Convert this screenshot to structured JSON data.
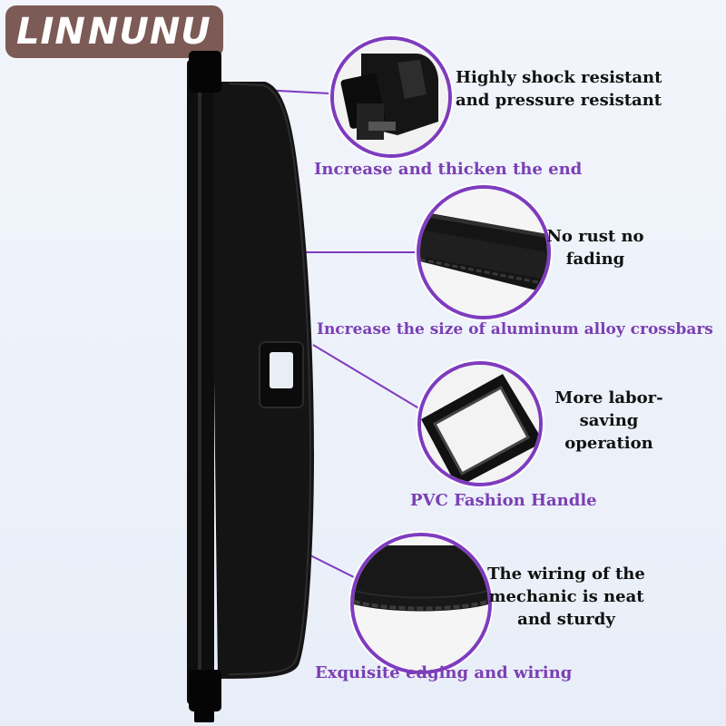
{
  "logo": {
    "part1": "LIN",
    "part2": "NUNU"
  },
  "colors": {
    "accent": "#7b3fb5",
    "logo_bg": "#7c5a55",
    "text": "#111111"
  },
  "callouts": [
    {
      "text": "Highly shock resistant and pressure resistant",
      "caption": "Increase and thicken the end"
    },
    {
      "text": "No rust no fading",
      "caption": "Increase the size of aluminum alloy crossbars"
    },
    {
      "text": "More labor-saving operation",
      "caption": "PVC Fashion Handle"
    },
    {
      "text": "The wiring of the mechanic is neat and sturdy",
      "caption": "Exquisite edging and wiring"
    }
  ]
}
